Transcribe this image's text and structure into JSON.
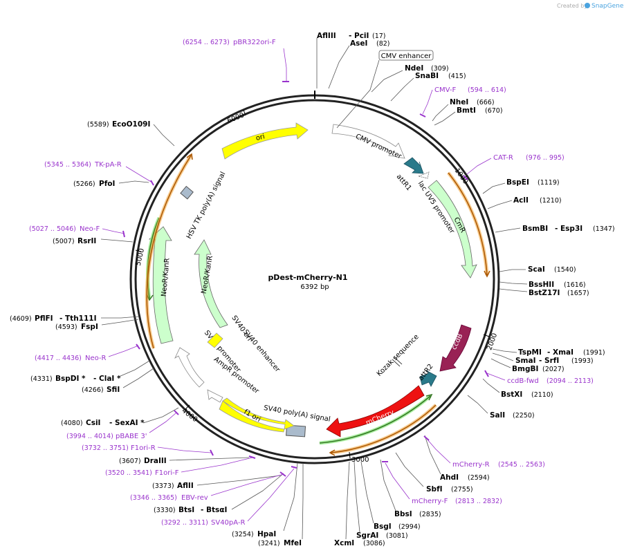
{
  "credit": {
    "prefix": "Created by",
    "brand": "SnapGene"
  },
  "plasmid": {
    "name": "pDest-mCherry-N1",
    "length": "6392 bp"
  },
  "scale": {
    "t1000": "1000",
    "t2000": "2000",
    "t3000": "3000",
    "t4000": "4000",
    "t5000": "5000",
    "t6000": "6000"
  },
  "features": {
    "ori": "ori",
    "cmv_enhancer": "CMV enhancer",
    "cmv_promoter": "CMV promoter",
    "attr1": "attR1",
    "lac_uv5": "lac UV5 promoter",
    "cmr": "CmR",
    "ccdb": "ccdB",
    "attr2": "attR2",
    "kozak": "Kozak sequence",
    "mcherry": "mCherry",
    "sv40_polya": "SV40 poly(A) signal",
    "f1_ori": "f1 ori",
    "ampr_promoter": "AmpR promoter",
    "sv40_promoter": "SV40 promoter",
    "sv40_ori": "SV40 ori",
    "sv40_enhancer": "SV40 enhancer",
    "neor_inner": "NeoR/KanR",
    "neor_outer": "NeoR/KanR",
    "hsv_tk_polya": "HSV TK poly(A) signal"
  },
  "enzymes": {
    "afliii": "AflIII",
    "pcii": "- PciI",
    "afliii_pos": "(17)",
    "asei": "AseI",
    "asei_pos": "(82)",
    "ndei": "NdeI",
    "ndei_pos": "(309)",
    "snabi": "SnaBI",
    "snabi_pos": "(415)",
    "nhei": "NheI",
    "nhei_pos": "(666)",
    "bmti": "BmtI",
    "bmti_pos": "(670)",
    "bspei": "BspEI",
    "bspei_pos": "(1119)",
    "acli": "AclI",
    "acli_pos": "(1210)",
    "bsmbi": "BsmBI",
    "esp3i": "- Esp3I",
    "bsmbi_pos": "(1347)",
    "scai": "ScaI",
    "scai_pos": "(1540)",
    "bsshii": "BssHII",
    "bsshii_pos": "(1616)",
    "bstz17i": "BstZ17I",
    "bstz17i_pos": "(1657)",
    "tspmi": "TspMI",
    "xmai": "- XmaI",
    "tspmi_pos": "(1991)",
    "smai": "SmaI",
    "srfi": "- SrfI",
    "smai_pos": "(1993)",
    "bmgbi": "BmgBI",
    "bmgbi_pos": "(2027)",
    "bstxi": "BstXI",
    "bstxi_pos": "(2110)",
    "sali": "SalI",
    "sali_pos": "(2250)",
    "ahdi": "AhdI",
    "ahdi_pos": "(2594)",
    "sbfi": "SbfI",
    "sbfi_pos": "(2755)",
    "bbsi": "BbsI",
    "bbsi_pos": "(2835)",
    "bsgi": "BsgI",
    "bsgi_pos": "(2994)",
    "sgrai": "SgrAI",
    "sgrai_pos": "(3081)",
    "xcmi": "XcmI",
    "xcmi_pos": "(3086)",
    "hpai": "HpaI",
    "hpai_pos": "(3254)",
    "mfei": "MfeI",
    "mfei_pos": "(3241)",
    "btsi": "BtsI",
    "btsai": "- BtsαI",
    "btsi_pos": "(3330)",
    "aflii": "AflII",
    "aflii_pos": "(3373)",
    "draiii": "DraIII",
    "draiii_pos": "(3607)",
    "csii": "CsiI",
    "sexai": "- SexAI *",
    "csii_pos": "(4080)",
    "sfii": "SfiI",
    "sfii_pos": "(4266)",
    "bspdi": "BspDI *",
    "clai": "- ClaI *",
    "bspdi_pos": "(4331)",
    "pflfi": "PflFI",
    "tth111i": "- Tth111I",
    "pflfi_pos": "(4609)",
    "fspi": "FspI",
    "fspi_pos": "(4593)",
    "rsrii": "RsrII",
    "rsrii_pos": "(5007)",
    "pfoi": "PfoI",
    "pfoi_pos": "(5266)",
    "ecoo109i": "EcoO109I",
    "ecoo109i_pos": "(5589)"
  },
  "primers": {
    "pbr322": "pBR322ori-F",
    "pbr322_pos": "(6254 .. 6273)",
    "cmvf": "CMV-F",
    "cmvf_pos": "(594 .. 614)",
    "catr": "CAT-R",
    "catr_pos": "(976 .. 995)",
    "ccdbfwd": "ccdB-fwd",
    "ccdbfwd_pos": "(2094 .. 2113)",
    "mcherryr": "mCherry-R",
    "mcherryr_pos": "(2545 .. 2563)",
    "mcherryf": "mCherry-F",
    "mcherryf_pos": "(2813 .. 2832)",
    "sv40par": "SV40pA-R",
    "sv40par_pos": "(3292 .. 3311)",
    "ebvrev": "EBV-rev",
    "ebvrev_pos": "(3346 .. 3365)",
    "f1orif": "F1ori-F",
    "f1orif_pos": "(3520 .. 3541)",
    "f1orir": "F1ori-R",
    "f1orir_pos": "(3732 .. 3751)",
    "pbabe": "pBABE 3'",
    "pbabe_pos": "(3994 .. 4014)",
    "neor": "Neo-R",
    "neor_pos": "(4417 .. 4436)",
    "neof": "Neo-F",
    "neof_pos": "(5027 .. 5046)",
    "tkpar": "TK-pA-R",
    "tkpar_pos": "(5345 .. 5364)"
  }
}
